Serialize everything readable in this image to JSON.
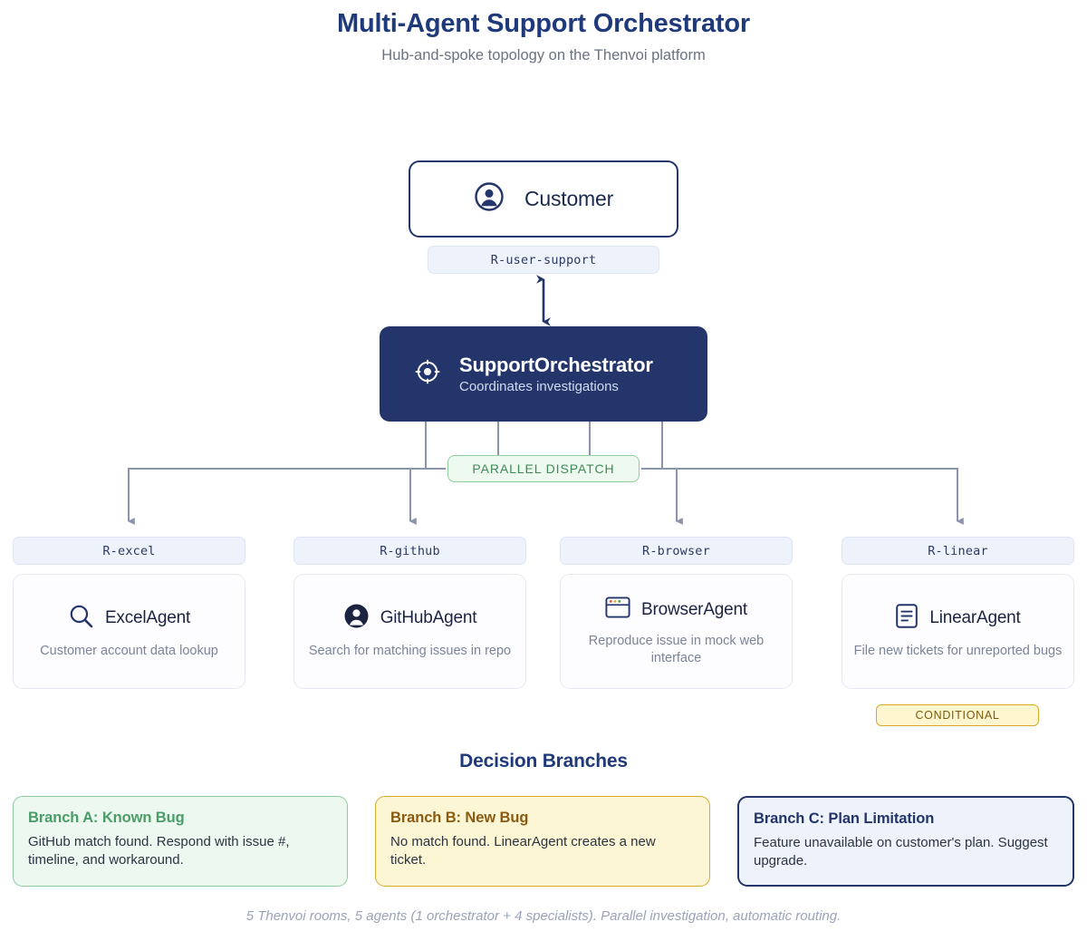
{
  "header": {
    "title": "Multi-Agent Support Orchestrator",
    "subtitle": "Hub-and-spoke topology on the Thenvoi platform"
  },
  "customer": {
    "label": "Customer",
    "icon": "user-circle-icon",
    "room": "R-user-support"
  },
  "orchestrator": {
    "name": "SupportOrchestrator",
    "description": "Coordinates investigations",
    "icon": "target-crosshair-icon"
  },
  "dispatch_badge": "PARALLEL DISPATCH",
  "conditional_badge": "CONDITIONAL",
  "agents": [
    {
      "room": "R-excel",
      "name": "ExcelAgent",
      "description": "Customer account data lookup",
      "icon": "magnifier-icon"
    },
    {
      "room": "R-github",
      "name": "GitHubAgent",
      "description": "Search for matching issues in repo",
      "icon": "user-filled-circle-icon"
    },
    {
      "room": "R-browser",
      "name": "BrowserAgent",
      "description": "Reproduce issue in mock web interface",
      "icon": "browser-window-icon"
    },
    {
      "room": "R-linear",
      "name": "LinearAgent",
      "description": "File new tickets for unreported bugs",
      "icon": "document-lines-icon"
    }
  ],
  "decision": {
    "heading": "Decision Branches",
    "branches": [
      {
        "title": "Branch A: Known Bug",
        "body": "GitHub match found. Respond with issue #, timeline, and workaround.",
        "accent": "#4a9c68"
      },
      {
        "title": "Branch B: New Bug",
        "body": "No match found. LinearAgent creates a new ticket.",
        "accent": "#d9a92e"
      },
      {
        "title": "Branch C: Plan Limitation",
        "body": "Feature unavailable on customer's plan. Suggest upgrade.",
        "accent": "#23356b"
      }
    ]
  },
  "footer": "5 Thenvoi rooms, 5 agents (1 orchestrator + 4 specialists). Parallel investigation, automatic routing.",
  "colors": {
    "navy": "#23356b",
    "title_blue": "#1e3a7b",
    "wire": "#8b93ad",
    "room_bg": "#eef2fb",
    "green": "#4a9c68",
    "yellow": "#d9a92e"
  }
}
